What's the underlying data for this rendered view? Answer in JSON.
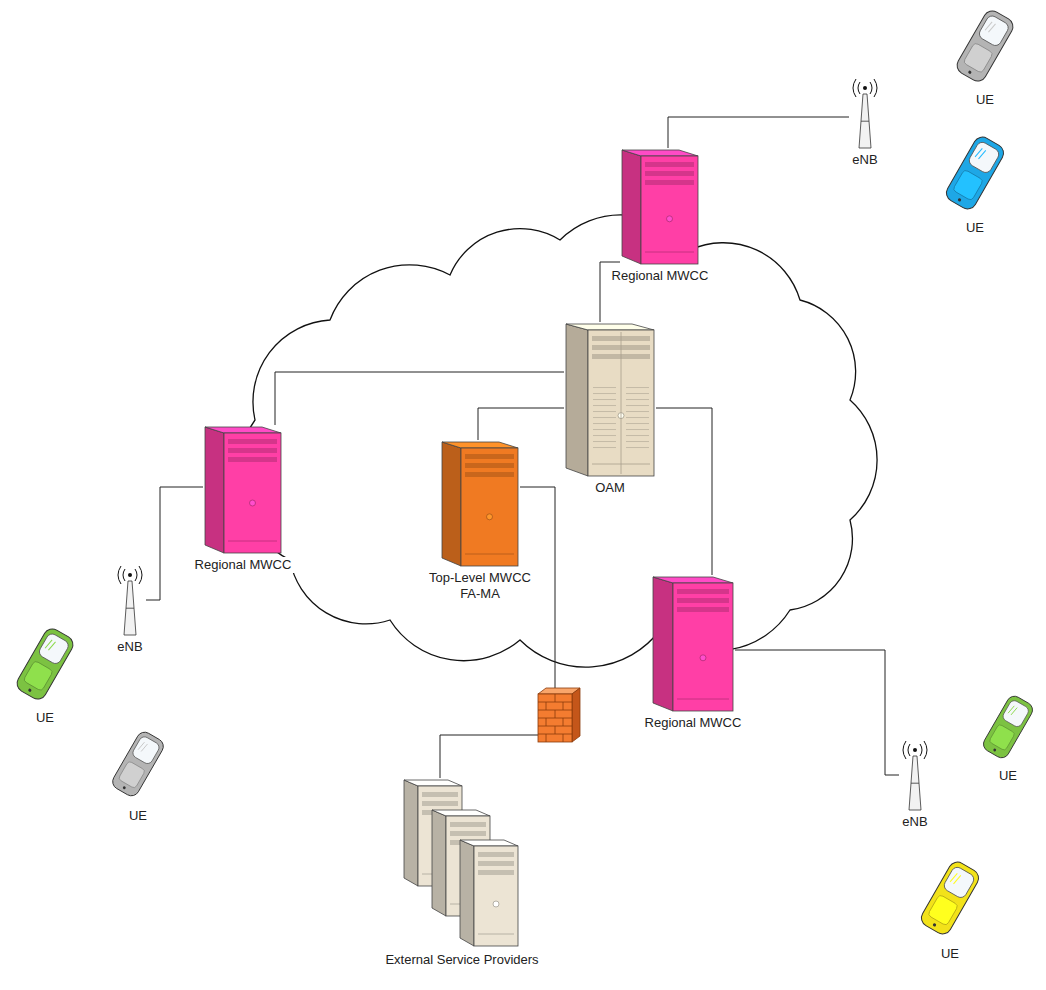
{
  "diagram": {
    "nodes": [
      {
        "text": [
          "UE"
        ]
      },
      {
        "text": [
          "eNB"
        ]
      },
      {
        "text": [
          "Regional MWCC"
        ]
      },
      {
        "text": [
          "UE"
        ]
      },
      {
        "text": [
          "OAM"
        ]
      },
      {
        "text": [
          "Regional MWCC"
        ]
      },
      {
        "text": [
          "Top-Level MWCC FA-MA"
        ]
      },
      {
        "text": [
          "eNB"
        ]
      },
      {
        "text": [
          "Regional MWCC"
        ]
      },
      {
        "text": [
          "UE"
        ]
      },
      {
        "text": [
          "UE"
        ]
      },
      {
        "text": [
          "UE"
        ]
      },
      {
        "text": [
          "eNB"
        ]
      },
      {
        "text": [
          "External Service Providers"
        ]
      },
      {
        "text": [
          "UE"
        ]
      }
    ],
    "edges": [
      {
        "from": 2,
        "to": 1,
        "arrow": "none"
      },
      {
        "from": 4,
        "to": 2,
        "arrow": "none"
      },
      {
        "from": 4,
        "to": 5,
        "arrow": "none"
      },
      {
        "from": 4,
        "to": 6,
        "arrow": "none"
      },
      {
        "from": 4,
        "to": 8,
        "arrow": "none"
      },
      {
        "from": 6,
        "to": 13,
        "arrow": "none"
      },
      {
        "from": 5,
        "to": 7,
        "arrow": "none"
      },
      {
        "from": 8,
        "to": 12,
        "arrow": "none"
      }
    ]
  }
}
